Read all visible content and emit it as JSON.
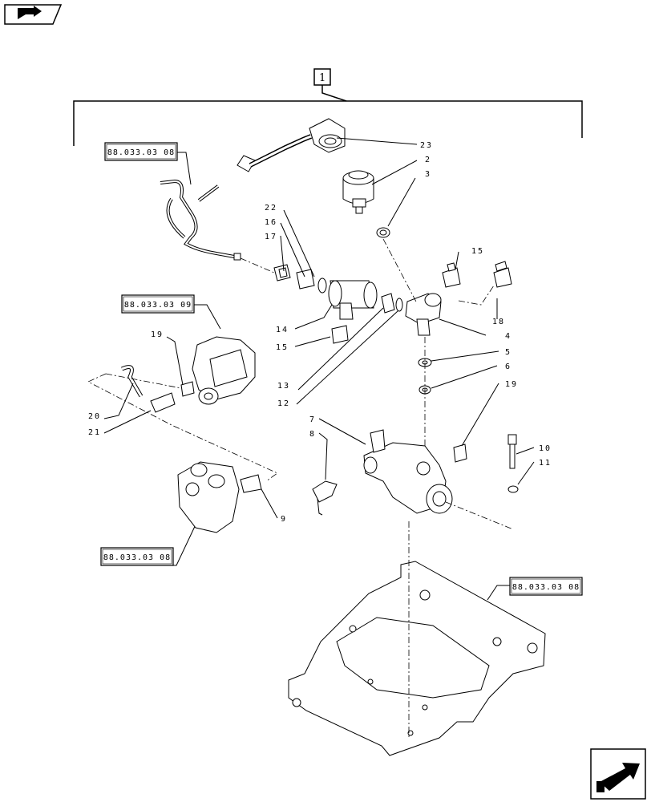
{
  "nav": {
    "prev_icon": "arrow-right-icon",
    "next_icon": "arrow-forward-icon"
  },
  "assembly_label": "1",
  "ref_boxes": [
    {
      "id": "ref-top-left",
      "text": "88.033.03 08"
    },
    {
      "id": "ref-mid-left",
      "text": "88.033.03 09"
    },
    {
      "id": "ref-bottom-left",
      "text": "88.033.03 08"
    },
    {
      "id": "ref-bottom-right",
      "text": "88.033.03 08"
    }
  ],
  "callouts": [
    "23",
    "2",
    "3",
    "22",
    "16",
    "17",
    "15",
    "18",
    "14",
    "15",
    "4",
    "5",
    "6",
    "13",
    "12",
    "19",
    "7",
    "8",
    "19",
    "20",
    "21",
    "10",
    "11",
    "9"
  ]
}
